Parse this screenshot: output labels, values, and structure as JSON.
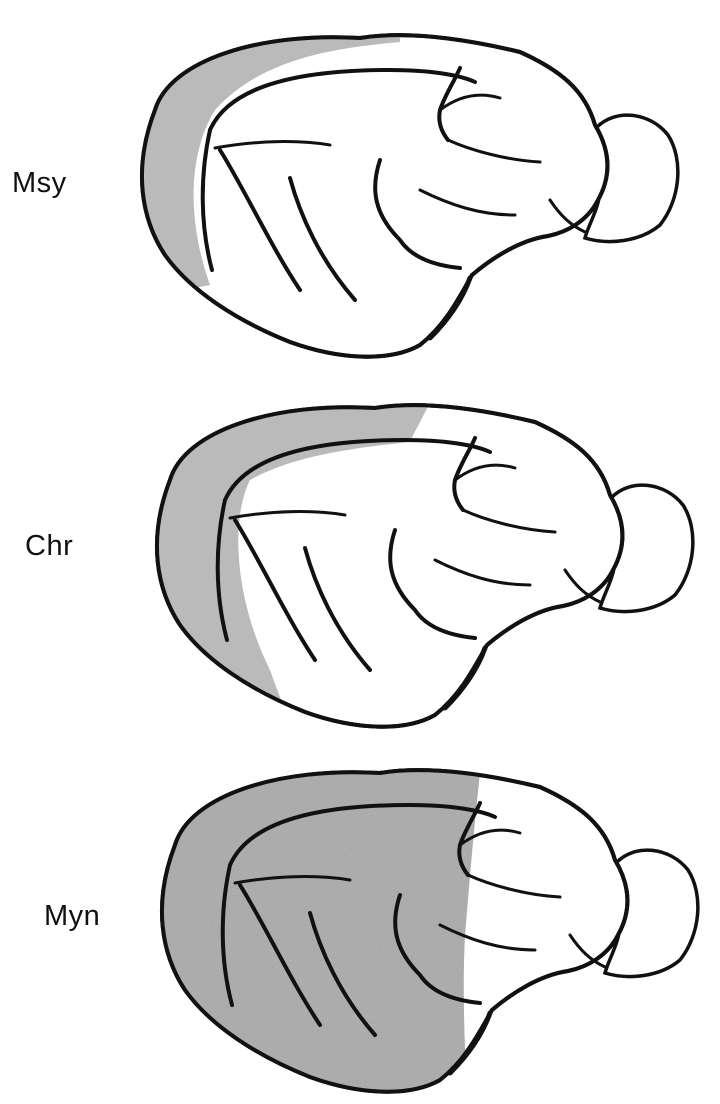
{
  "panels": [
    {
      "label": "Msy",
      "shaded_region": "rim"
    },
    {
      "label": "Chr",
      "shaded_region": "band"
    },
    {
      "label": "Myn",
      "shaded_region": "anterior"
    }
  ],
  "colors": {
    "outline": "#111111",
    "shading": "#b9b9b9",
    "background": "#ffffff"
  }
}
